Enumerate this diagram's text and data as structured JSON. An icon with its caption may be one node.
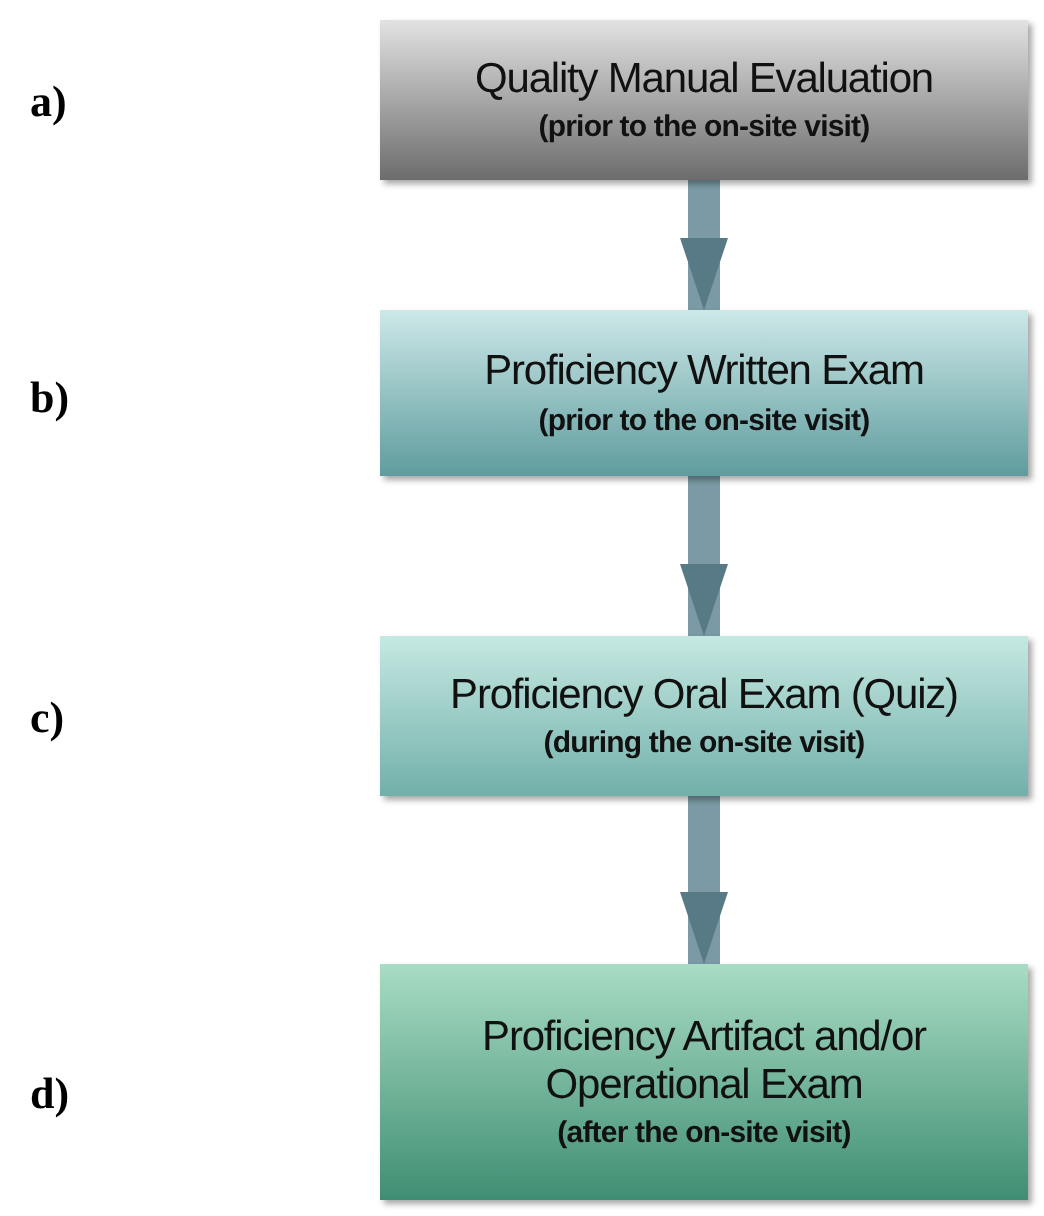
{
  "diagram": {
    "nodes": [
      {
        "text": [
          "Quality Manual Evaluation",
          "(prior to the on-site visit)"
        ]
      },
      {
        "text": [
          "Proficiency Written Exam",
          "(prior to the on-site visit)"
        ]
      },
      {
        "text": [
          "Proficiency Oral Exam (Quiz)",
          "(during the on-site visit)"
        ]
      },
      {
        "text": [
          "Proficiency Artifact and/or Operational Exam",
          "(after the on-site visit)"
        ]
      }
    ],
    "edges": [
      {
        "from": 0,
        "to": 1,
        "arrow": "to"
      },
      {
        "from": 1,
        "to": 2,
        "arrow": "to"
      },
      {
        "from": 2,
        "to": 3,
        "arrow": "to"
      }
    ],
    "labels": [
      "a)",
      "b)",
      "c)",
      "d)"
    ]
  }
}
